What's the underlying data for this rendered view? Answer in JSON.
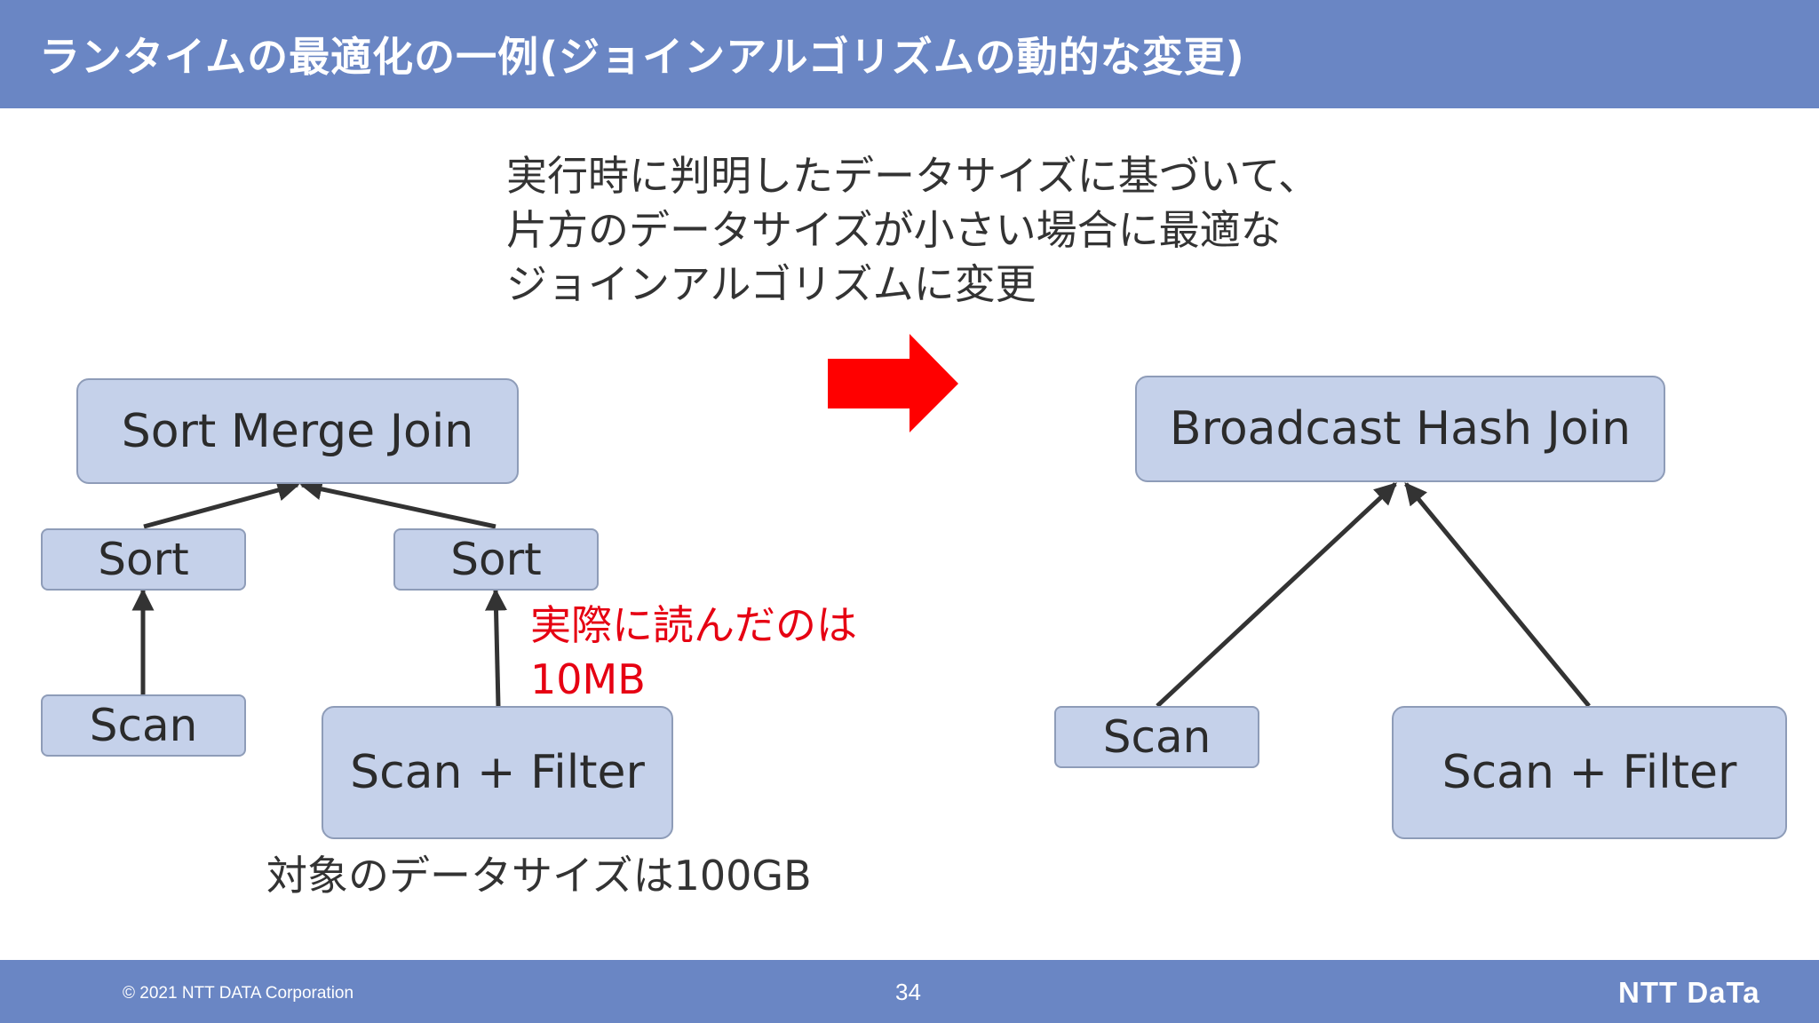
{
  "header": {
    "title": "ランタイムの最適化の一例(ジョインアルゴリズムの動的な変更)"
  },
  "description": {
    "lines": [
      "実行時に判明したデータサイズに基づいて、",
      "片方のデータサイズが小さい場合に最適な",
      "ジョインアルゴリズムに変更"
    ]
  },
  "before_plan": {
    "join": "Sort Merge Join",
    "sort_left": "Sort",
    "sort_right": "Sort",
    "scan_left": "Scan",
    "scan_filter": "Scan + Filter",
    "actual_read_note": [
      "実際に読んだのは",
      "10MB"
    ],
    "target_size_note": "対象のデータサイズは100GB"
  },
  "after_plan": {
    "join": "Broadcast Hash Join",
    "scan_left": "Scan",
    "scan_filter": "Scan + Filter"
  },
  "colors": {
    "header_bg": "#6a86c4",
    "node_fill": "#c5d1ea",
    "node_border": "#8e9cb8",
    "arrow_red": "#ff0000",
    "note_red": "#e60012",
    "edge": "#333333"
  },
  "footer": {
    "copyright": "© 2021 NTT DATA Corporation",
    "page_number": "34",
    "logo": "NTT DaTa"
  }
}
